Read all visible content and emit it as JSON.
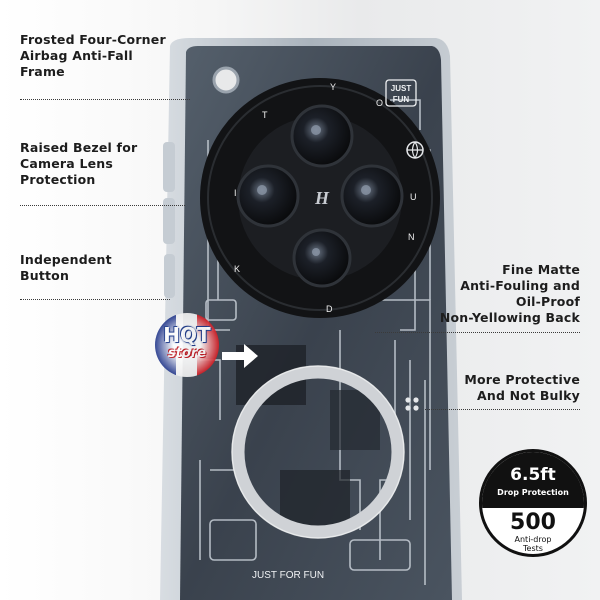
{
  "features": {
    "airbag": "Frosted Four-Corner\nAirbag Anti-Fall\nFrame",
    "bezel": "Raised Bezel for\nCamera Lens\nProtection",
    "button": "Independent\nButton",
    "matte": "Fine Matte\nAnti-Fouling and\nOil-Proof\nNon-Yellowing Back",
    "protective": "More Protective\nAnd Not Bulky"
  },
  "badge": {
    "drop_height": "6.5ft",
    "drop_label": "Drop Protection",
    "tests_count": "500",
    "tests_label": "Anti-drop\nTests"
  },
  "phone": {
    "case_logo": "JUST\nFUN",
    "case_footer": "JUST FOR FUN",
    "camera_mark": "H",
    "ring_letters": [
      "Y",
      "O",
      "U",
      "N",
      "D",
      "K",
      "I",
      "T"
    ]
  },
  "watermark": {
    "line1": "HQT",
    "line2": "store"
  },
  "colors": {
    "case_body": "#3c4450",
    "camera_module": "#121315",
    "magsafe_ring": "#cfd2d6",
    "text": "#1d1d1d"
  }
}
